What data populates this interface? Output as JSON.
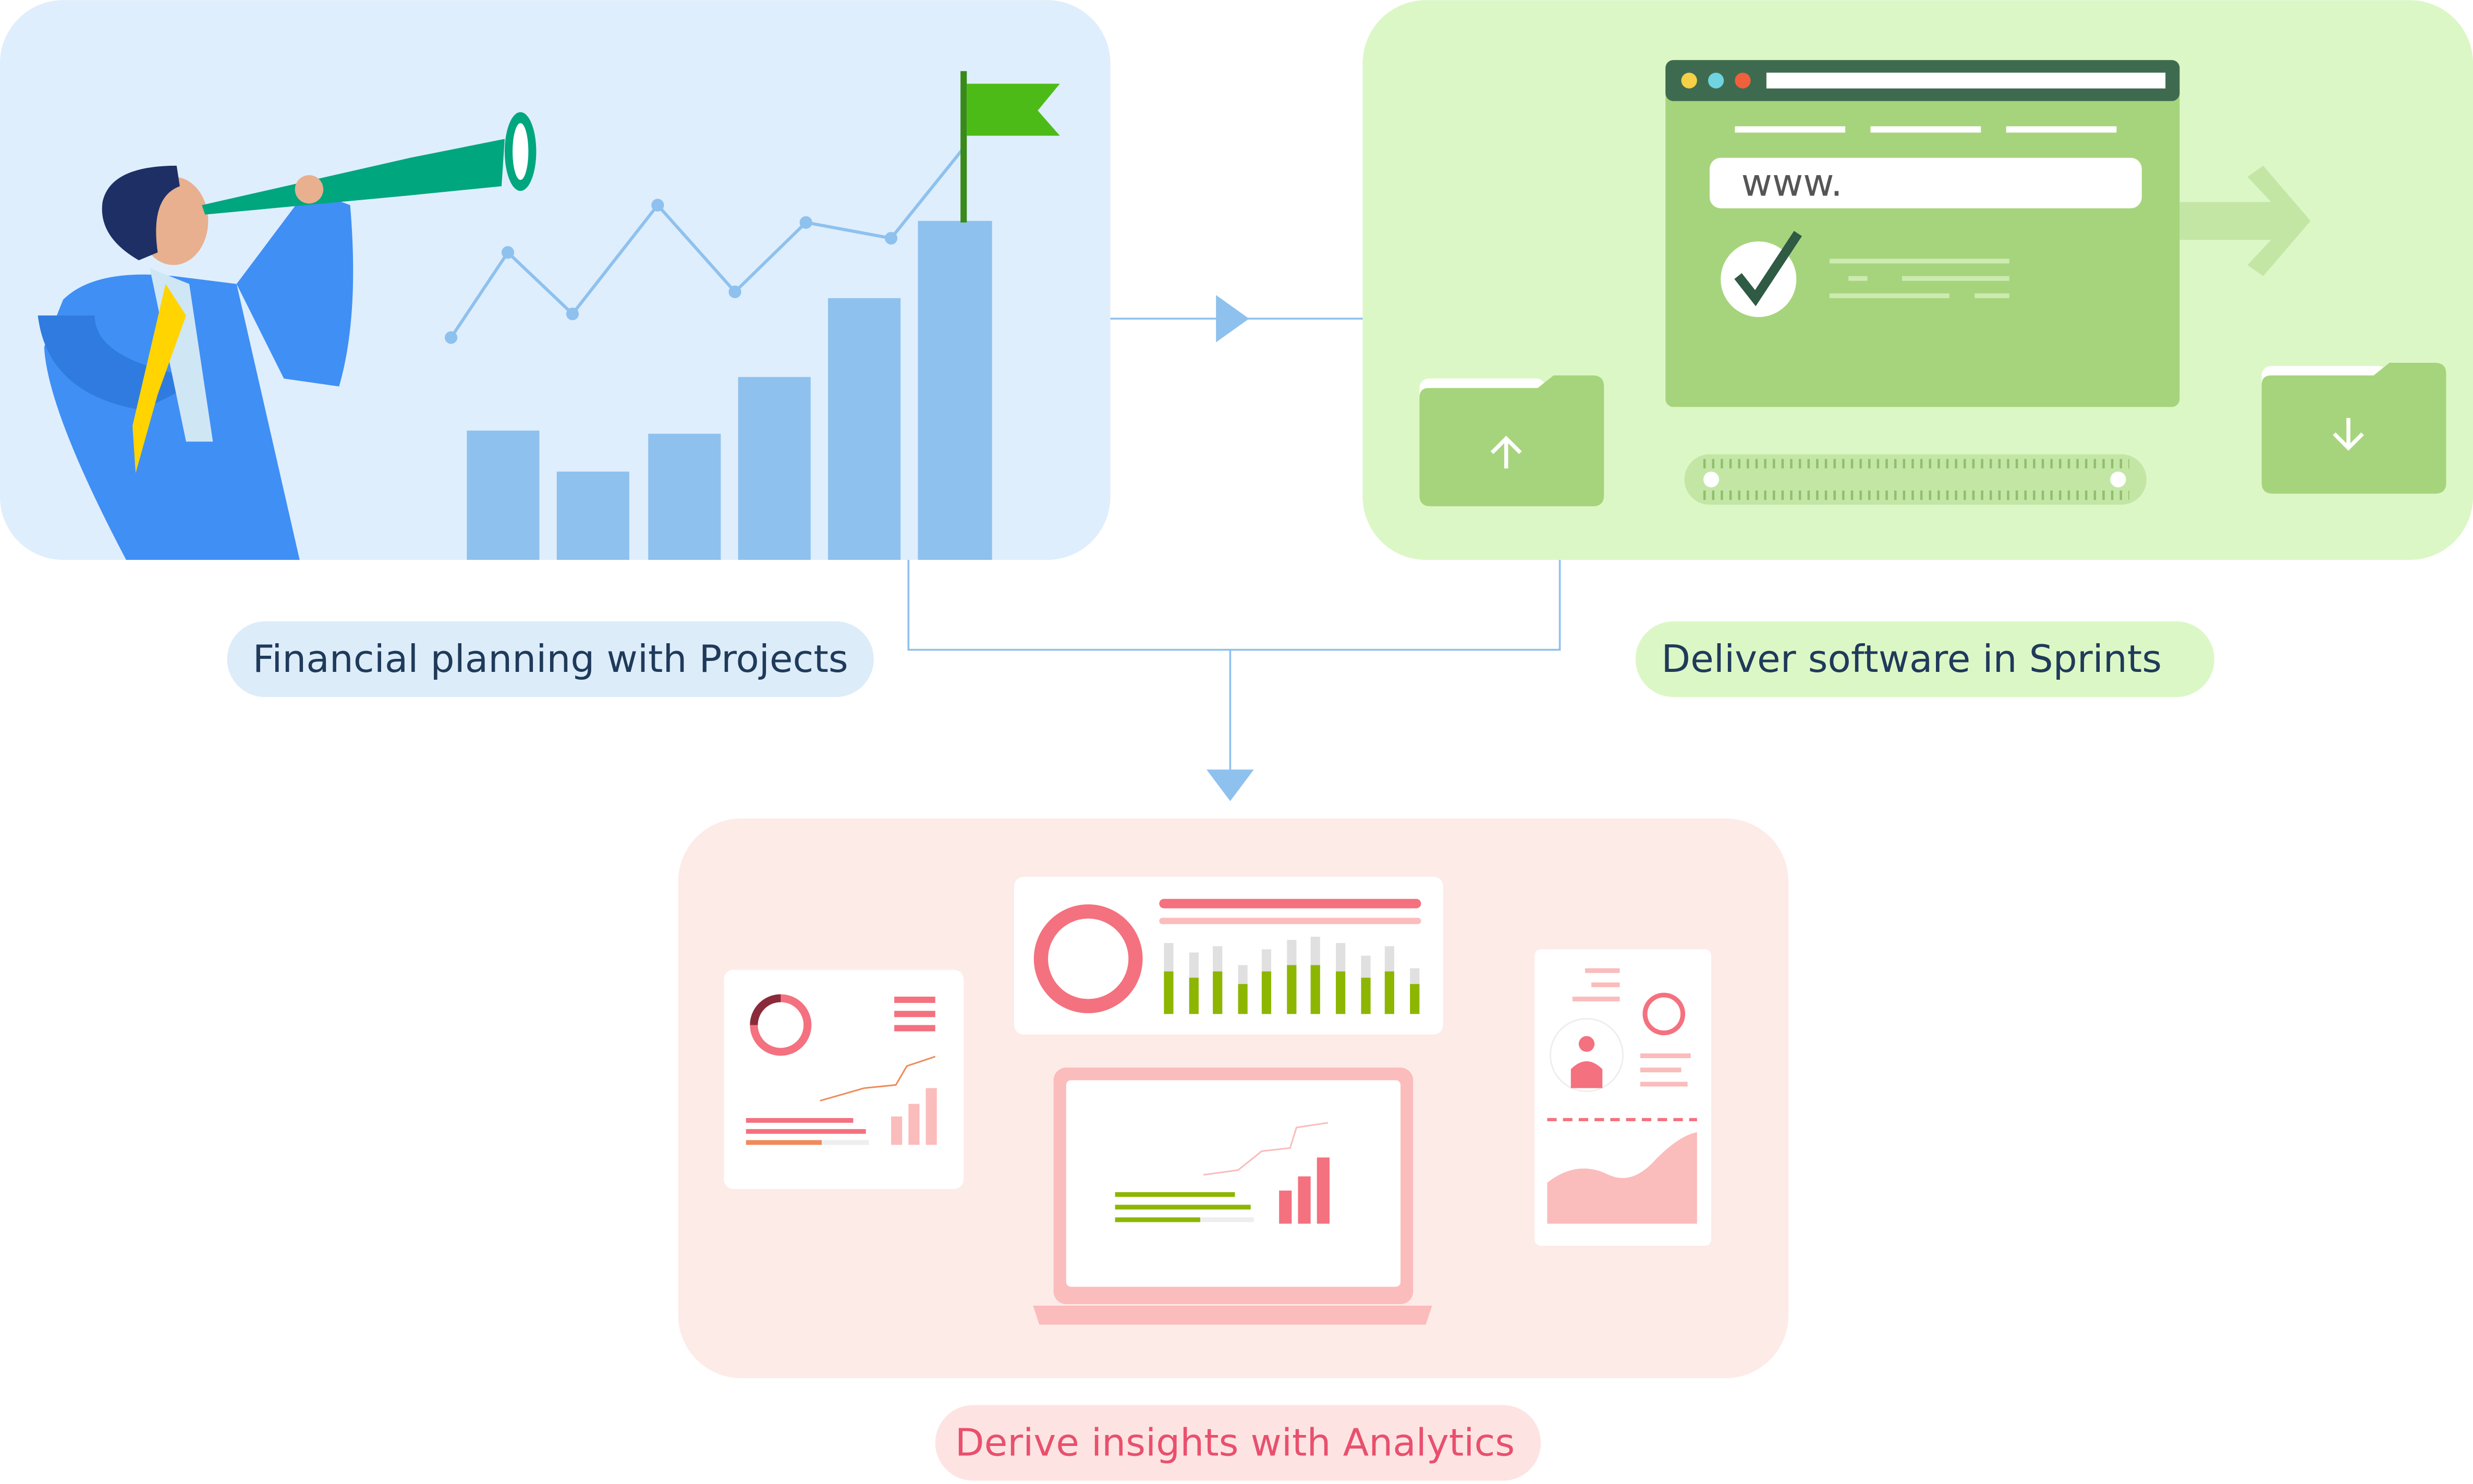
{
  "labels": {
    "projects": "Financial planning with Projects",
    "sprints": "Deliver software in Sprints",
    "analytics": "Derive insights with Analytics"
  },
  "browser": {
    "url_text": "www."
  },
  "colors": {
    "projects_bg": "#dfeefc",
    "sprints_bg": "#dcf7c6",
    "analytics_bg": "#fdebe8",
    "connector": "#8ec1ee",
    "analytics_text": "#e9506e",
    "label_text": "#1f3a5a"
  }
}
